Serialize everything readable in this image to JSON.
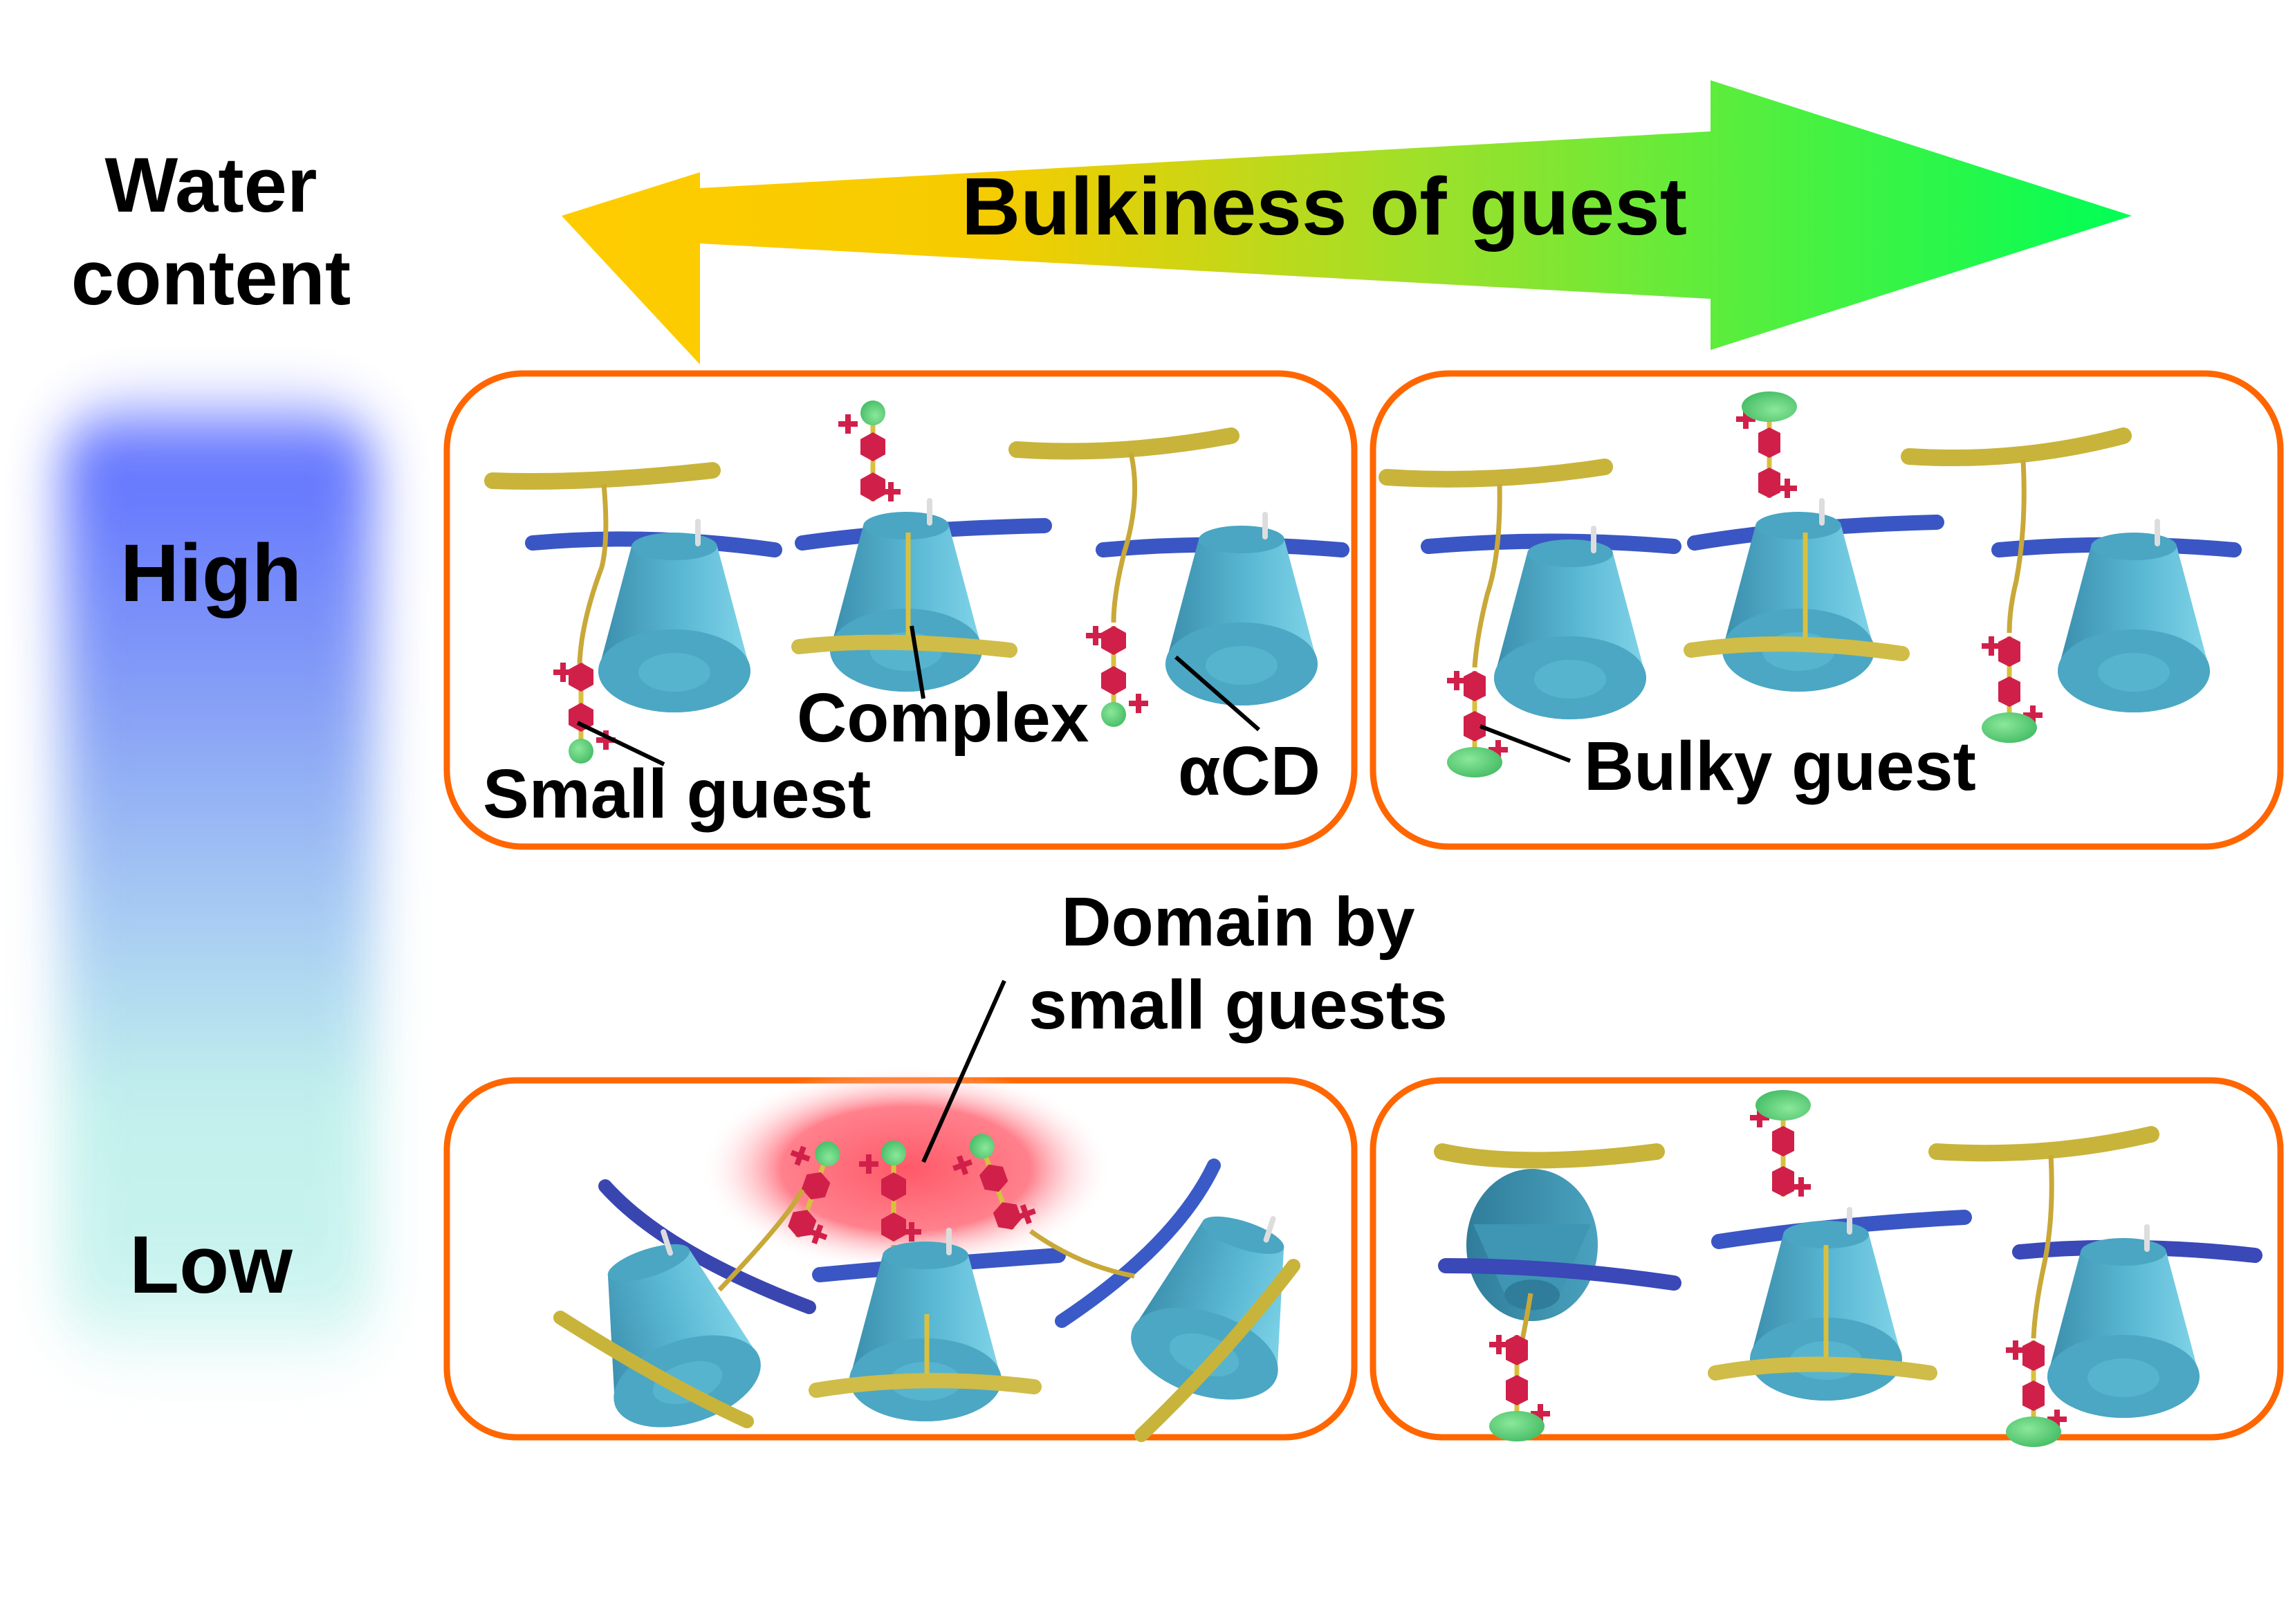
{
  "axis_labels": {
    "water_content": [
      "Water",
      "content"
    ],
    "bulkiness": "Bulkiness of guest",
    "high": "High",
    "low": "Low"
  },
  "annotations": {
    "small_guest": "Small guest",
    "complex": "Complex",
    "alpha_cd": "αCD",
    "bulky_guest": "Bulky guest",
    "domain": [
      "Domain by",
      "small guests"
    ]
  },
  "panels": [
    {
      "id": "high-small",
      "row": "High",
      "column": "small guest"
    },
    {
      "id": "high-bulky",
      "row": "High",
      "column": "bulky guest"
    },
    {
      "id": "low-small",
      "row": "Low",
      "column": "small guest",
      "highlight": "domain by small guests"
    },
    {
      "id": "low-bulky",
      "row": "Low",
      "column": "bulky guest"
    }
  ],
  "colors": {
    "panel_border": "#ff6600",
    "arrow_left": "#ffcc00",
    "arrow_right": "#00ff55",
    "water_high": "#5a6cff",
    "water_low": "#b8f0ea",
    "host_cd": "#4aa8c4",
    "polymer_blue": "#3a56c4",
    "polymer_yellow": "#c8b43a",
    "linker_red": "#d0204a",
    "guest_green": "#6cd47c",
    "domain_glow": "#ff5060"
  }
}
